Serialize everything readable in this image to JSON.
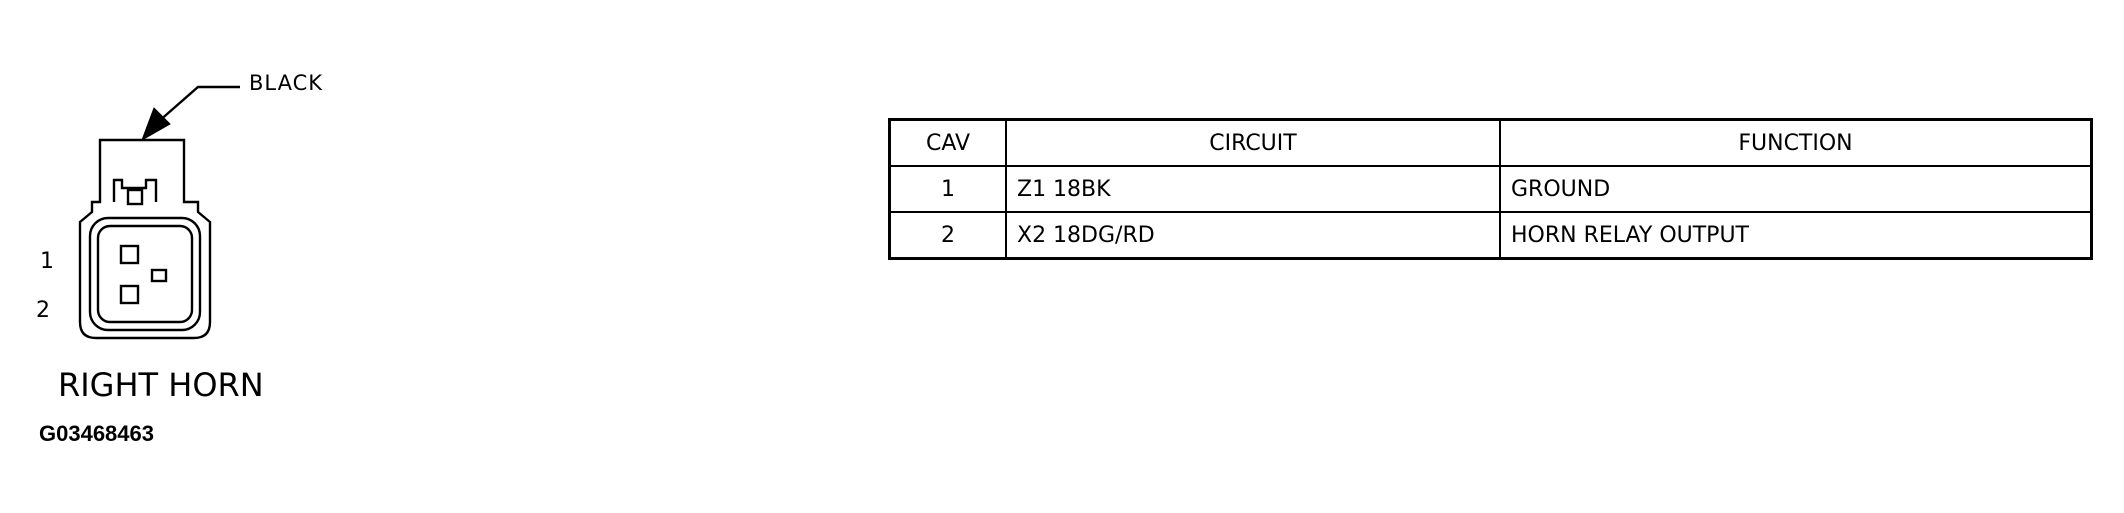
{
  "connector": {
    "color_label": "BLACK",
    "name": "RIGHT HORN",
    "pin_labels": [
      "1",
      "2"
    ],
    "figure_id": "G03468463"
  },
  "table": {
    "headers": [
      "CAV",
      "CIRCUIT",
      "FUNCTION"
    ],
    "rows": [
      {
        "cav": "1",
        "circuit": "Z1 18BK",
        "function": "GROUND"
      },
      {
        "cav": "2",
        "circuit": "X2 18DG/RD",
        "function": "HORN RELAY OUTPUT"
      }
    ]
  },
  "icons": [
    "connector-face-icon",
    "leader-arrow-icon"
  ]
}
